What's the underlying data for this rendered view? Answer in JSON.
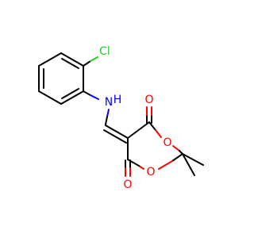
{
  "molecule": {
    "atoms": {
      "chlorine": "Cl",
      "amine": "N",
      "amine_h": "H",
      "carbonyl_o_top": "O",
      "carbonyl_o_bottom": "O",
      "ring_o_top": "O",
      "ring_o_bottom": "O"
    },
    "colors": {
      "bond": "#000000",
      "nitrogen": "#0000ff",
      "oxygen": "#ff0000",
      "chlorine": "#1fcc1f"
    }
  }
}
